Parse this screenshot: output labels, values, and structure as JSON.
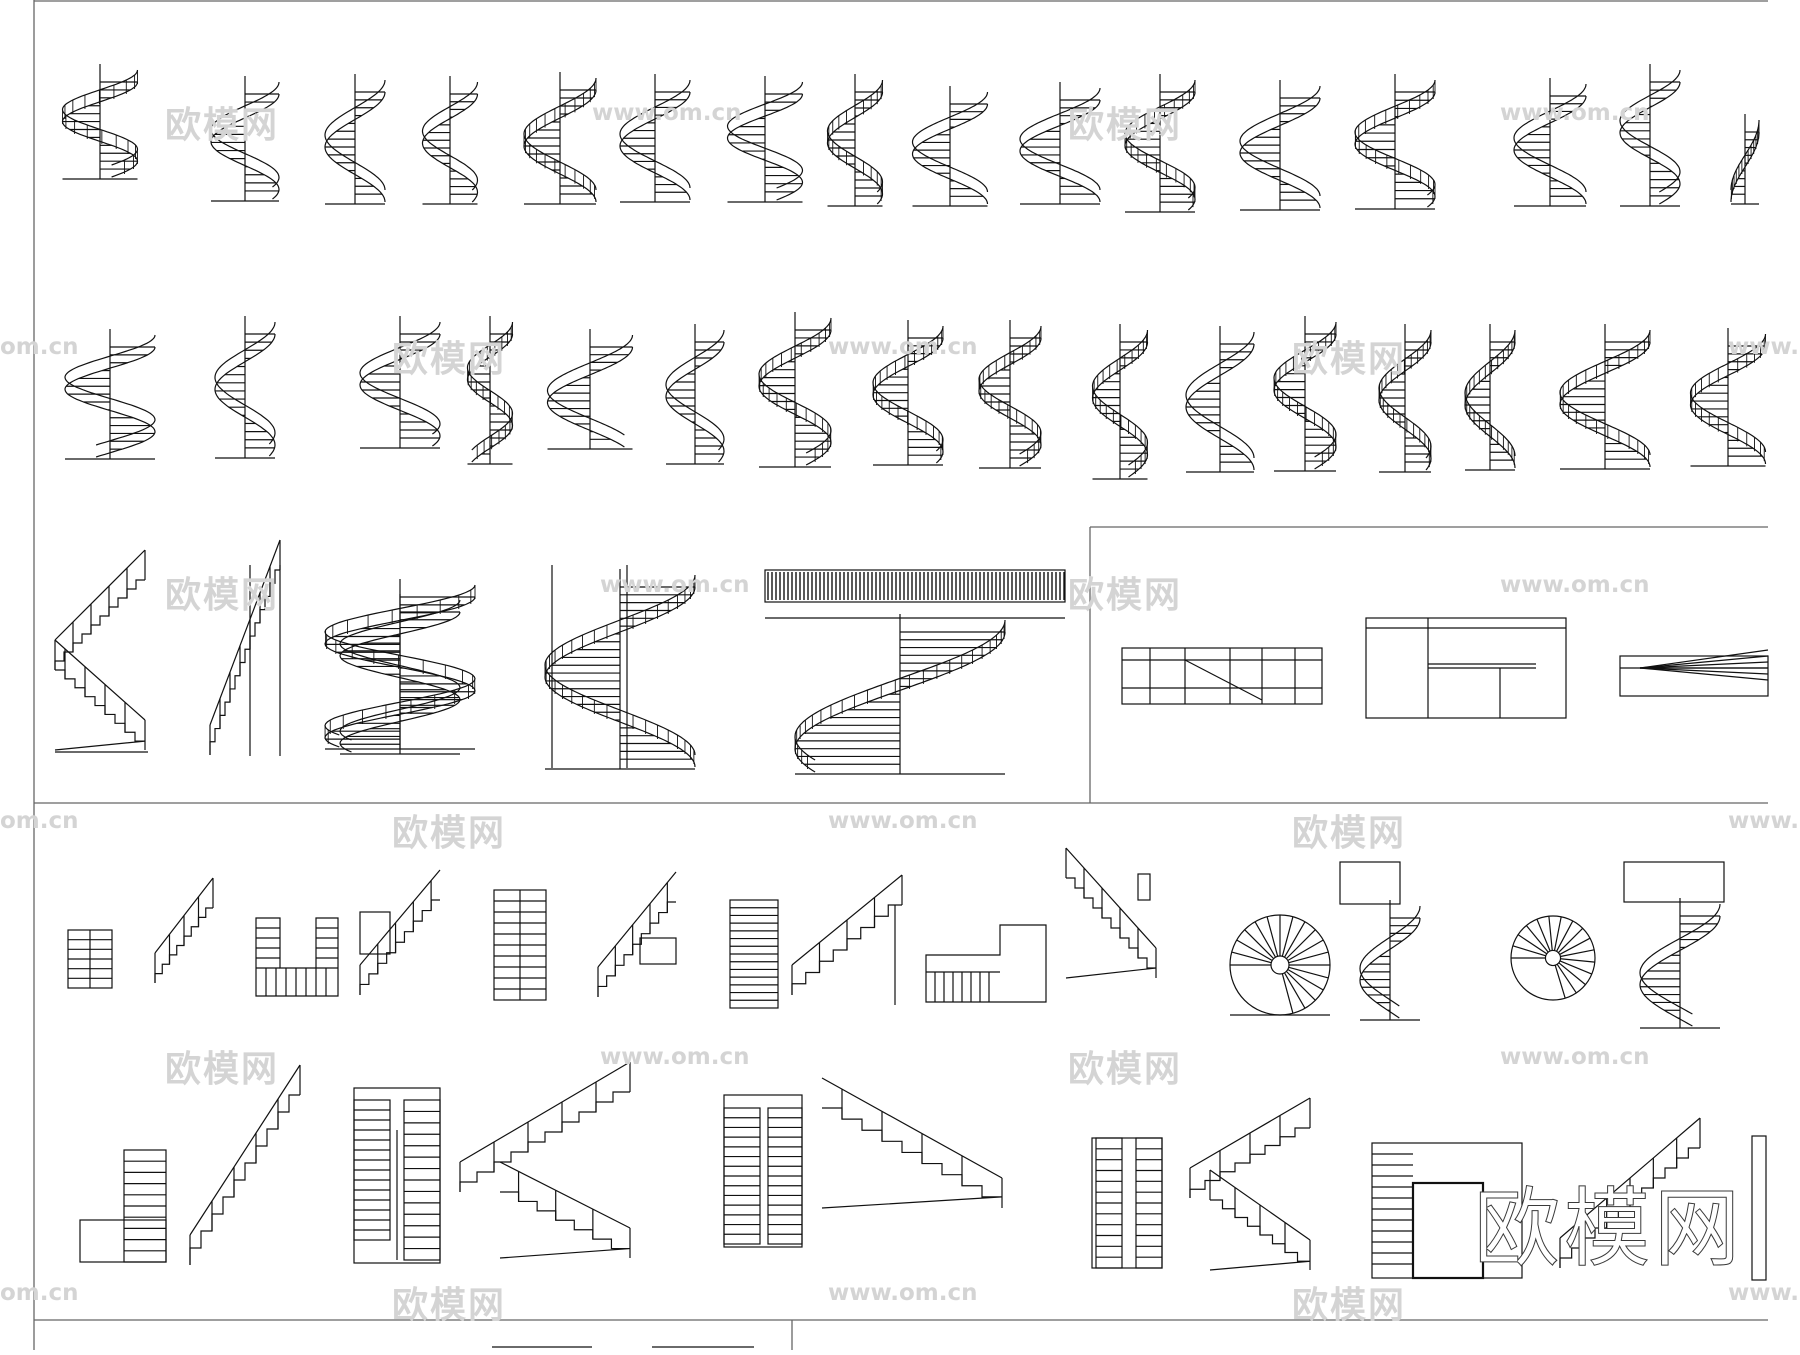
{
  "watermark": {
    "brand": "欧模网",
    "url": "www.om.cn",
    "url_partial": "om.cn"
  },
  "sheet": {
    "panels": [
      "spiral-elevations-row-1",
      "spiral-elevations-row-2",
      "helical-perspectives-row-3",
      "railing-details",
      "stair-plans-row-4",
      "stair-plans-row-5"
    ]
  },
  "colors": {
    "line": "#111111",
    "frame": "#555555",
    "watermark": "#d4d4d4"
  }
}
